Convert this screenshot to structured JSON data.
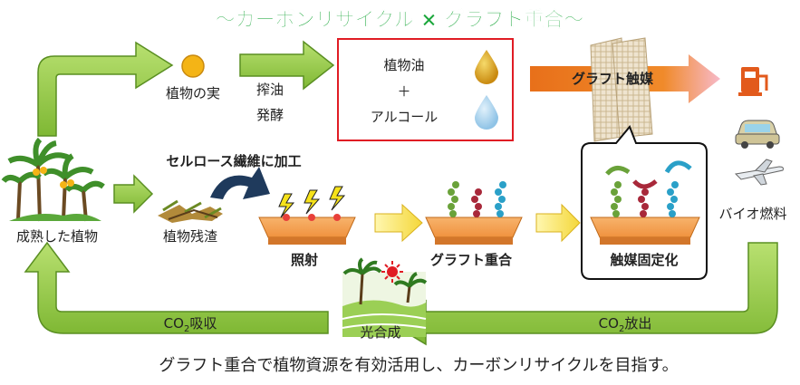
{
  "title": "〜カーボンリサイクル × グラフト重合〜",
  "labels": {
    "fruit": "植物の実",
    "press": "搾油",
    "ferment": "発酵",
    "oil": "植物油",
    "plus": "＋",
    "alcohol": "アルコール",
    "graft_catalyst": "グラフト触媒",
    "cellulose": "セルロース繊維に加工",
    "residue": "植物残渣",
    "mature": "成熟した植物",
    "irradiation": "照射",
    "graft_polymerization": "グラフト重合",
    "catalyst_fix": "触媒固定化",
    "biofuel": "バイオ燃料",
    "photosynthesis": "光合成",
    "co2_absorb_prefix": "CO",
    "co2_absorb_sub": "2",
    "co2_absorb_suffix": "吸収",
    "co2_release_prefix": "CO",
    "co2_release_sub": "2",
    "co2_release_suffix": "放出"
  },
  "caption": "グラフト重合で植物資源を有効活用し、カーボンリサイクルを目指す。",
  "icons": [
    "fruit-icon",
    "oil-drop-icon",
    "water-drop-icon",
    "fuel-pump-icon",
    "car-icon",
    "airplane-icon",
    "palm-tree-icon",
    "sun-icon",
    "substrate-icon",
    "polymer-chain-icon",
    "catalyst-mesh-icon"
  ],
  "colors": {
    "green": "#8dc63f",
    "green_dark": "#4e8a1e",
    "title_green": "#1aa63a",
    "orange": "#ee7d1b",
    "red": "#e01c24",
    "sub_orange": "#f2a04a"
  }
}
